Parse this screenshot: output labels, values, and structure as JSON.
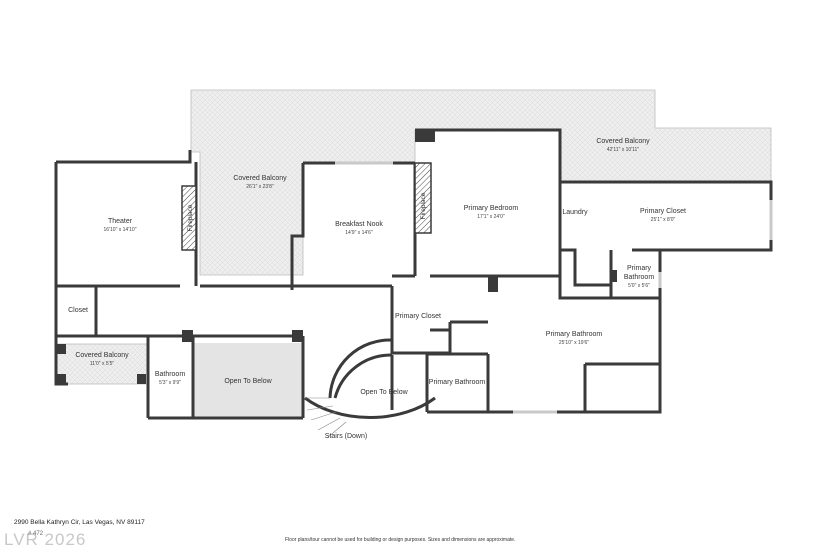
{
  "plan": {
    "rooms": {
      "covered_balcony_top": {
        "name": "Covered Balcony",
        "dim": "42'11\" x 10'11\""
      },
      "covered_balcony_mid": {
        "name": "Covered Balcony",
        "dim": "26'1\" x 23'8\""
      },
      "theater": {
        "name": "Theater",
        "dim": "16'10\" x 14'10\""
      },
      "breakfast_nook": {
        "name": "Breakfast Nook",
        "dim": "14'9\" x 14'6\""
      },
      "primary_bedroom": {
        "name": "Primary Bedroom",
        "dim": "17'1\" x 24'0\""
      },
      "laundry": {
        "name": "Laundry"
      },
      "primary_closet_right": {
        "name": "Primary Closet",
        "dim": "25'1\" x 8'0\""
      },
      "primary_bathroom_small": {
        "name": "Primary Bathroom",
        "dim": "5'0\" x 5'6\""
      },
      "closet": {
        "name": "Closet"
      },
      "primary_closet_mid": {
        "name": "Primary Closet"
      },
      "primary_bathroom_big": {
        "name": "Primary Bathroom",
        "dim": "25'10\" x 19'6\""
      },
      "covered_balcony_small": {
        "name": "Covered Balcony",
        "dim": "11'0\" x 5'5\""
      },
      "bathroom": {
        "name": "Bathroom",
        "dim": "5'3\" x 9'9\""
      },
      "open_to_below_left": {
        "name": "Open To Below"
      },
      "open_to_below_round": {
        "name": "Open To Below"
      },
      "primary_bathroom_lower": {
        "name": "Primary Bathroom"
      },
      "stairs": {
        "name": "Stairs (Down)"
      }
    },
    "fireplace_label": "Fireplace",
    "colors": {
      "wall": "#3a3a3a",
      "balcony_fill": "#ededed",
      "void_fill": "#e6e6e6",
      "window": "#c9c9c9"
    }
  },
  "footer": {
    "address": "2990 Bella Kathryn Cir, Las Vegas, NV 89117",
    "disclaimer": "Floor plans/tour cannot be used for building or design purposes. Sizes and dimensions are approximate.",
    "watermark": "LVR 2026",
    "watermark_suffix": "# 472"
  }
}
